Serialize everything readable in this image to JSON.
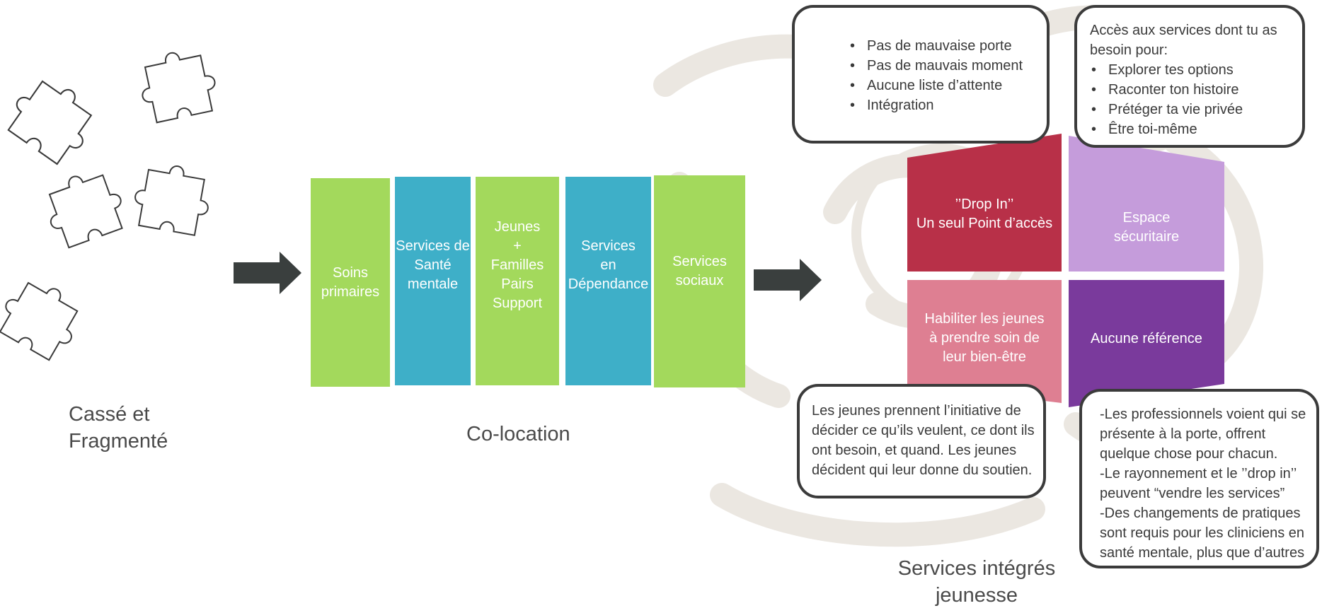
{
  "stages": {
    "fragmented": {
      "line1": "Cassé et",
      "line2": "Fragmenté"
    },
    "colocation": {
      "label": "Co-location"
    },
    "integrated": {
      "line1": "Services intégrés",
      "line2": "jeunesse"
    }
  },
  "colocation_bars": [
    {
      "label": "Soins\nprimaires",
      "color": "#a3d95c"
    },
    {
      "label": "Services de\nSanté\nmentale",
      "color": "#3eafc8"
    },
    {
      "label": "Jeunes\n+\nFamilles\nPairs\nSupport",
      "color": "#a3d95c"
    },
    {
      "label": "Services\nen\nDépendance",
      "color": "#3eafc8"
    },
    {
      "label": "Services\nsociaux",
      "color": "#a3d95c"
    }
  ],
  "quadrants": {
    "drop_in": {
      "line1": "’’Drop In’’",
      "line2": "Un seul Point d’accès",
      "color": "#b83048"
    },
    "safe_space": {
      "line1": "Espace",
      "line2": "sécuritaire",
      "color": "#c59cdb"
    },
    "empower": {
      "line1": "Habiliter les jeunes",
      "line2": "à prendre soin de",
      "line3": "leur bien-être",
      "color": "#de7f92"
    },
    "no_referral": {
      "line1": "Aucune référence",
      "color": "#7a3a9c"
    }
  },
  "callouts": {
    "top_left": {
      "items": [
        "Pas de mauvaise porte",
        "Pas de mauvais moment",
        "Aucune liste d’attente",
        "Intégration"
      ]
    },
    "top_right": {
      "intro": "Accès aux services dont tu as besoin pour:",
      "items": [
        "Explorer tes options",
        "Raconter ton histoire",
        "Prétéger ta vie privée",
        "Être toi-même"
      ]
    },
    "bottom_left": {
      "text": "Les jeunes prennent l’initiative de décider ce qu’ils veulent, ce dont ils ont besoin, et quand. Les jeunes décident qui leur donne du soutien."
    },
    "bottom_right": {
      "lines": [
        "-Les professionnels voient qui se présente à la porte, offrent quelque chose pour chacun.",
        "-Le rayonnement  et le ’’drop in’’ peuvent “vendre les services”",
        "-Des changements de pratiques sont requis pour les cliniciens en santé mentale, plus que d’autres"
      ]
    }
  },
  "colors": {
    "arrow": "#3a3f3e",
    "outline": "#3b3b3b",
    "watermark": "#ebe7e1"
  }
}
